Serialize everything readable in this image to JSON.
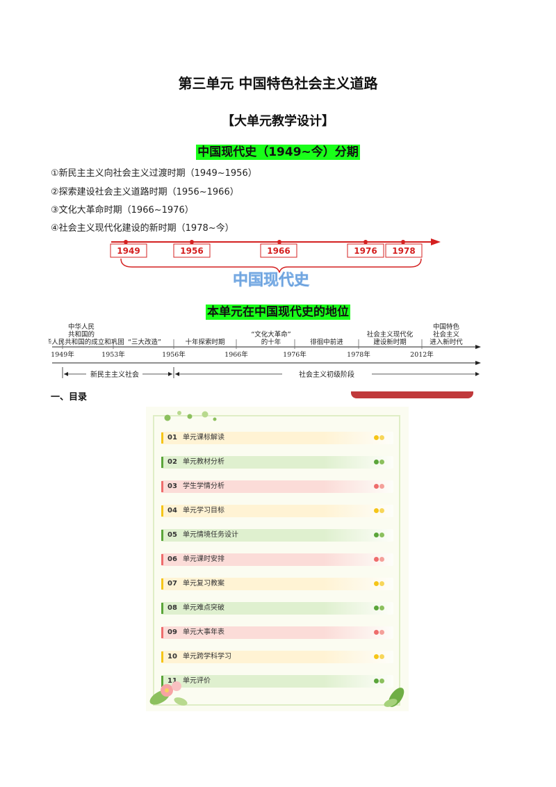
{
  "title": "第三单元  中国特色社会主义道路",
  "subtitle": "【大单元教学设计】",
  "periods_heading": "中国现代史（1949~今）分期",
  "periods": [
    "①新民主主义向社会主义过渡时期（1949~1956）",
    "②探索建设社会主义道路时期（1956~1966）",
    "③文化大革命时期（1966~1976）",
    "④社会主义现代化建设的新时期（1978~今）"
  ],
  "timeline1": {
    "years": [
      "1949",
      "1956",
      "1966",
      "1976",
      "1978"
    ],
    "caption": "中国现代史"
  },
  "position_heading": "本单元在中国现代史的地位",
  "timeline2": {
    "stages": [
      "中华人民共和国的成立和巩固",
      "“三大改造”",
      "十年探索时期",
      "“文化大革命”的十年",
      "徘徊中前进",
      "社会主义现代化建设新时期",
      "中国特色社会主义进入新时代"
    ],
    "years": [
      "1949年",
      "1953年",
      "1956年",
      "1966年",
      "1976年",
      "1978年",
      "2012年"
    ],
    "eras": [
      "新民主主义社会",
      "社会主义初级阶段"
    ]
  },
  "section1": "一、目录",
  "colors": {
    "highlight": "#19ff19",
    "red": "#d42020",
    "yellow": "#f5c518",
    "green": "#5aa53a",
    "pink": "#ee6c6c"
  },
  "toc": [
    {
      "num": "01",
      "label": "单元课标解读",
      "tone": "yellow"
    },
    {
      "num": "02",
      "label": "单元教材分析",
      "tone": "green"
    },
    {
      "num": "03",
      "label": "学生学情分析",
      "tone": "pink"
    },
    {
      "num": "04",
      "label": "单元学习目标",
      "tone": "yellow"
    },
    {
      "num": "05",
      "label": "单元情境任务设计",
      "tone": "green"
    },
    {
      "num": "06",
      "label": "单元课时安排",
      "tone": "pink"
    },
    {
      "num": "07",
      "label": "单元复习教案",
      "tone": "yellow"
    },
    {
      "num": "08",
      "label": "单元难点突破",
      "tone": "green"
    },
    {
      "num": "09",
      "label": "单元大事年表",
      "tone": "pink"
    },
    {
      "num": "10",
      "label": "单元跨学科学习",
      "tone": "yellow"
    },
    {
      "num": "11",
      "label": "单元评价",
      "tone": "green"
    }
  ]
}
